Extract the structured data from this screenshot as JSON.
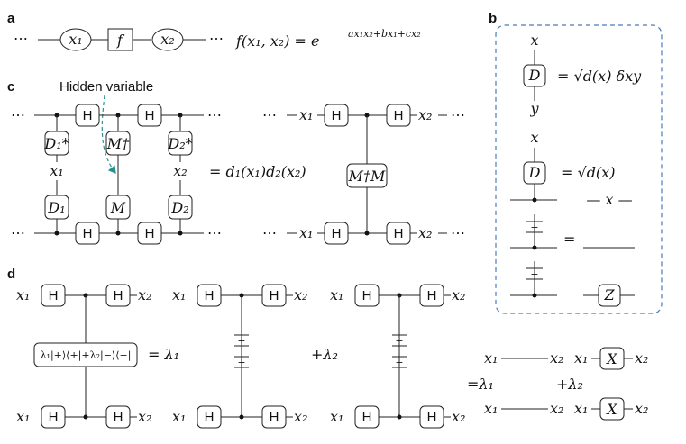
{
  "panels": {
    "a": "a",
    "b": "b",
    "c": "c",
    "d": "d"
  },
  "gates": {
    "hadamard": "H",
    "f": "f",
    "D": "D",
    "D1": "D₁",
    "D2": "D₂",
    "D1star": "D₁*",
    "D2star": "D₂*",
    "M": "M",
    "Mdag": "M†",
    "MdagM": "M†M",
    "X": "X",
    "Z": "Z",
    "plus": "+",
    "minus": "−"
  },
  "labels": {
    "x": "x",
    "y": "y",
    "x1": "x₁",
    "x2": "x₂",
    "dots": "⋯",
    "hidden_variable": "Hidden variable",
    "bell_state": "λ₁|+⟩⟨+|+λ₂|−⟩⟨−|"
  },
  "equations": {
    "a": "f(x₁, x₂) = e",
    "a_exp": "ax₁x₂+bx₁+cx₂",
    "b1": "= √d(x) δxy",
    "b2": "= √d(x)",
    "b3_wire": "— x —",
    "b_eq": "=",
    "c": "= d₁(x₁)d₂(x₂)",
    "d1": "= λ₁",
    "d2": "+λ₂",
    "d3": "=λ₁",
    "d4": "+λ₂"
  },
  "colors": {
    "frame": "#4a7ab8",
    "arrow": "#2a8f8f",
    "line": "#222222"
  }
}
